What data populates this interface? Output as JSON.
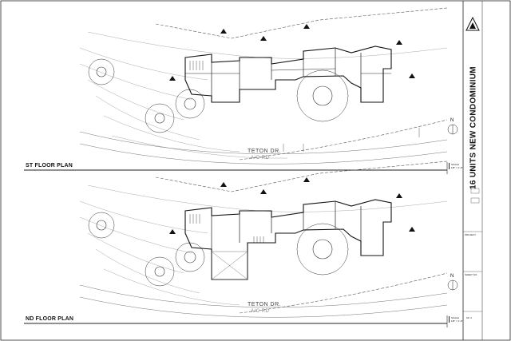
{
  "plans": [
    {
      "title": "ST FLOOR PLAN",
      "scale_label": "SCALE",
      "scale_value": "1/8\" = 1'-0\"",
      "street_name": "TETON DR.",
      "street_sub": "A/C RD",
      "north": "N"
    },
    {
      "title": "ND FLOOR PLAN",
      "scale_label": "SCALE",
      "scale_value": "1/8\" = 1'-0\"",
      "street_name": "TETON DR.",
      "street_sub": "A/C RD",
      "north": "N"
    }
  ],
  "title_block": {
    "project_title": "16 UNITS NEW CONDOMINIUM",
    "project_label": "PROJECT",
    "sheet_label": "SHEET NO.",
    "page_label": "OF 4"
  },
  "colors": {
    "line": "#1a1a1a",
    "light_line": "#9a9a9a",
    "paper": "#ffffff"
  }
}
